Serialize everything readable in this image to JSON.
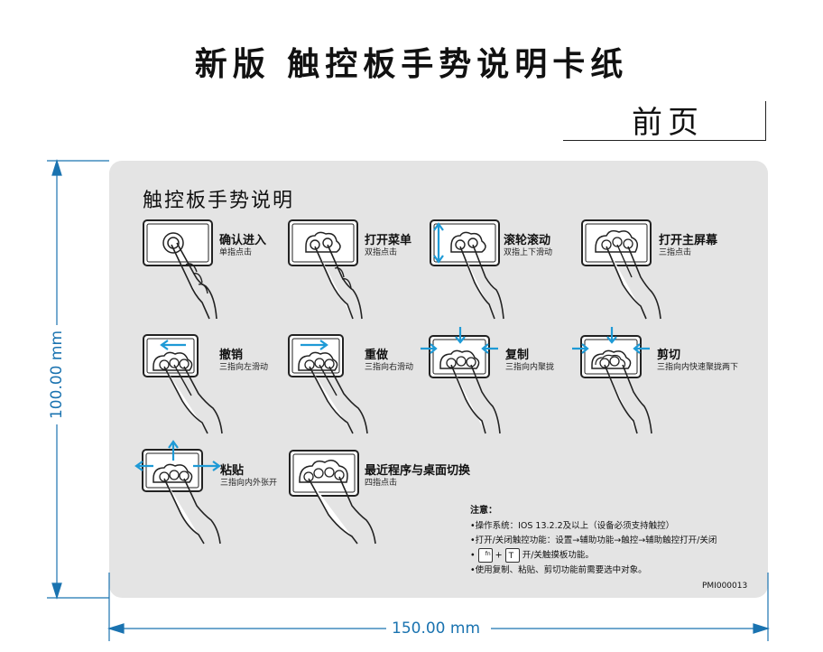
{
  "title": "新版 触控板手势说明卡纸",
  "front_label": "前页",
  "card": {
    "title": "触控板手势说明",
    "gestures": [
      {
        "name": "确认进入",
        "desc": "单指点击"
      },
      {
        "name": "打开菜单",
        "desc": "双指点击"
      },
      {
        "name": "滚轮滚动",
        "desc": "双指上下滑动"
      },
      {
        "name": "打开主屏幕",
        "desc": "三指点击"
      },
      {
        "name": "撤销",
        "desc": "三指向左滑动"
      },
      {
        "name": "重做",
        "desc": "三指向右滑动"
      },
      {
        "name": "复制",
        "desc": "三指向内聚拢"
      },
      {
        "name": "剪切",
        "desc": "三指向内快速聚拢两下"
      },
      {
        "name": "粘贴",
        "desc": "三指向内外张开"
      },
      {
        "name": "最近程序与桌面切换",
        "desc": "四指点击"
      }
    ],
    "notes": {
      "title": "注意：",
      "lines": [
        "•操作系统：IOS 13.2.2及以上（设备必须支持触控）",
        "•打开/关闭触控功能：设置→辅助功能→触控→辅助触控打开/关闭",
        "开/关触摸板功能。",
        "•使用复制、粘贴、剪切功能前需要选中对象。"
      ],
      "key1": "fn",
      "key2": "T",
      "plus": "+"
    },
    "part_number": "PMI000013"
  },
  "dimensions": {
    "height": "100.00 mm",
    "width": "150.00 mm"
  },
  "colors": {
    "card": "#e4e4e4",
    "arrow": "#1e9ad6",
    "dimension": "#1a73b0"
  }
}
